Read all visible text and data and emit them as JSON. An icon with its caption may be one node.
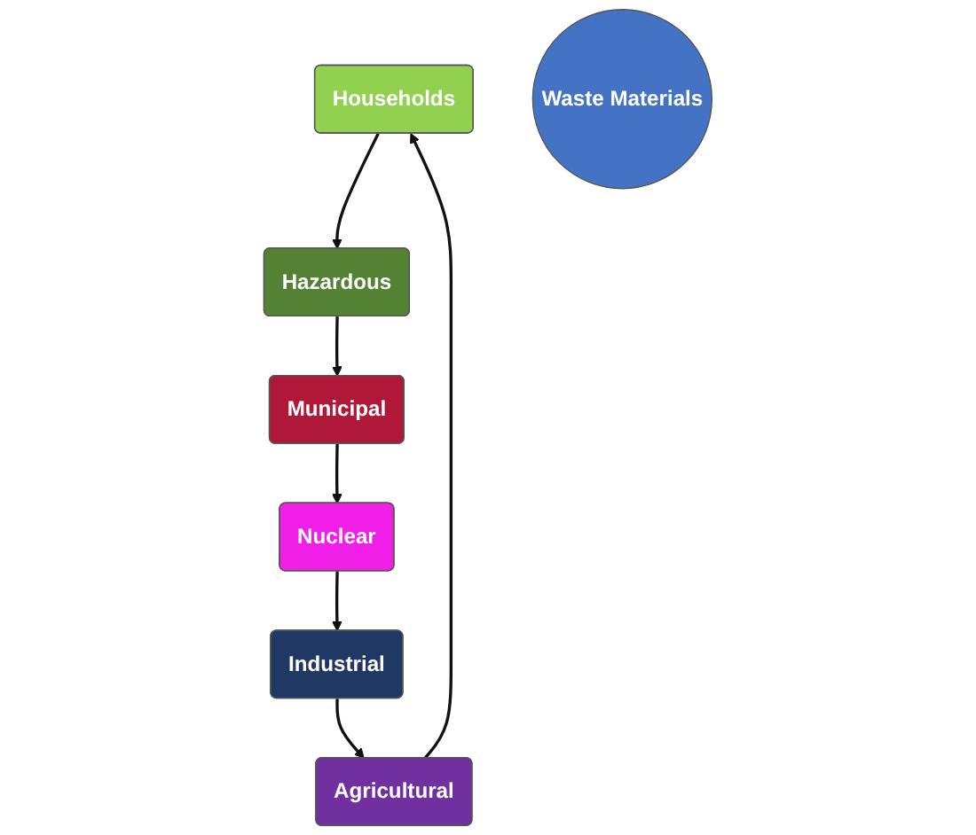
{
  "diagram": {
    "nodes": [
      {
        "text": [
          "Households"
        ]
      },
      {
        "text": [
          "Agricultural"
        ]
      },
      {
        "text": [
          "Hazardous"
        ]
      },
      {
        "text": [
          "Waste Materials"
        ]
      },
      {
        "text": [
          "Industrial"
        ]
      },
      {
        "text": [
          "Municipal"
        ]
      },
      {
        "text": [
          "Nuclear"
        ]
      }
    ],
    "edges": [
      {
        "from": 1,
        "to": 0,
        "arrow": "to"
      },
      {
        "from": 0,
        "to": 2,
        "arrow": "to"
      },
      {
        "from": 2,
        "to": 5,
        "arrow": "to"
      },
      {
        "from": 5,
        "to": 6,
        "arrow": "to"
      },
      {
        "from": 6,
        "to": 4,
        "arrow": "to"
      },
      {
        "from": 4,
        "to": 1,
        "arrow": "to"
      }
    ]
  }
}
